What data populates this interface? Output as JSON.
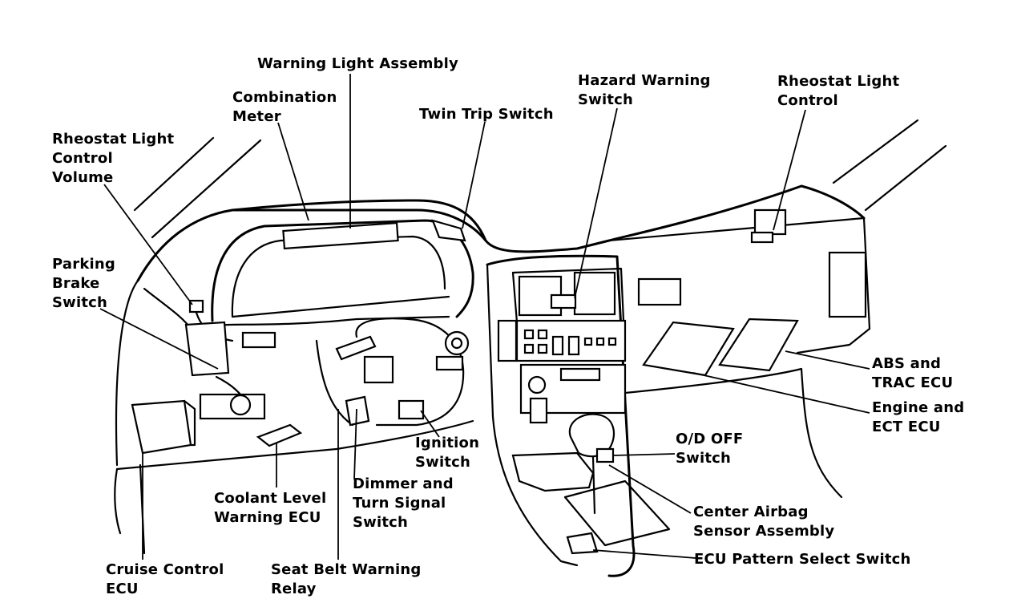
{
  "labels": {
    "warning_light_assembly": [
      "Warning Light Assembly"
    ],
    "combination_meter": [
      "Combination",
      "Meter"
    ],
    "twin_trip_switch": [
      "Twin Trip Switch"
    ],
    "hazard_warning_switch": [
      "Hazard Warning",
      "Switch"
    ],
    "rheostat_light_control": [
      "Rheostat Light",
      "Control"
    ],
    "rheostat_light_control_volume": [
      "Rheostat Light",
      "Control",
      "Volume"
    ],
    "parking_brake_switch": [
      "Parking",
      "Brake",
      "Switch"
    ],
    "abs_trac_ecu": [
      "ABS and",
      "TRAC ECU"
    ],
    "engine_ect_ecu": [
      "Engine and",
      "ECT ECU"
    ],
    "od_off_switch": [
      "O/D OFF",
      "Switch"
    ],
    "ignition_switch": [
      "Ignition",
      "Switch"
    ],
    "dimmer_turn_signal_switch": [
      "Dimmer and",
      "Turn Signal",
      "Switch"
    ],
    "coolant_level_warning_ecu": [
      "Coolant Level",
      "Warning ECU"
    ],
    "center_airbag_sensor_assembly": [
      "Center Airbag",
      "Sensor Assembly"
    ],
    "ecu_pattern_select_switch": [
      "ECU Pattern Select Switch"
    ],
    "cruise_control_ecu": [
      "Cruise Control",
      "ECU"
    ],
    "seat_belt_warning_relay": [
      "Seat Belt Warning",
      "Relay"
    ]
  }
}
